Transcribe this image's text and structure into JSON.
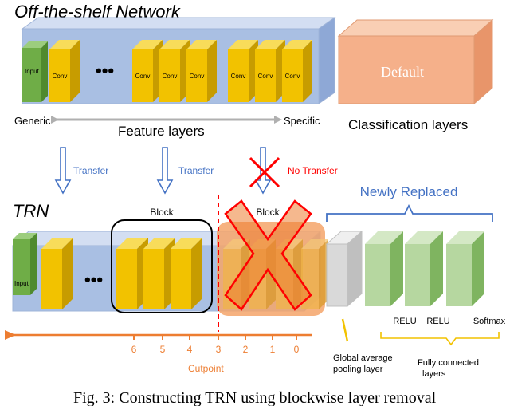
{
  "top": {
    "title": "Off-the-shelf Network",
    "input_label": "Input",
    "conv_label": "Conv",
    "dots": "•••",
    "default_label": "Default",
    "generic_label": "Generic",
    "specific_label": "Specific",
    "feature_layers_label": "Feature layers",
    "classification_layers_label": "Classification layers"
  },
  "arrows": {
    "transfer_1": "Transfer",
    "transfer_2": "Transfer",
    "no_transfer": "No Transfer"
  },
  "bottom": {
    "title": "TRN",
    "input_label": "Input",
    "dots": "•••",
    "block_label_1": "Block",
    "block_label_2": "Block",
    "newly_replaced_label": "Newly Replaced",
    "relu_1": "RELU",
    "relu_2": "RELU",
    "softmax": "Softmax",
    "gap_label_line1": "Global average",
    "gap_label_line2": "pooling layer",
    "fc_label_line1": "Fully connected",
    "fc_label_line2": "layers"
  },
  "cutpoint": {
    "label": "Cutpoint",
    "ticks": [
      "6",
      "5",
      "4",
      "3",
      "2",
      "1",
      "0"
    ]
  },
  "caption": "Fig. 3: Constructing TRN using blockwise layer removal",
  "colors": {
    "blue_bar": "#a9bfe3",
    "conv_yellow": "#f2c200",
    "input_green": "#6fad47",
    "default_salmon": "#f5b08a",
    "fc_green": "#b6d7a0",
    "gap_gray": "#d9d9d9",
    "orange": "#ed7d31",
    "red": "#ff0000",
    "arrow_blue": "#4472c4"
  }
}
